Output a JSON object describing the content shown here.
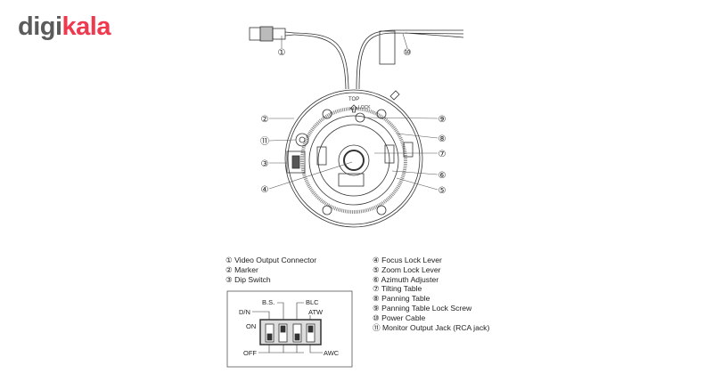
{
  "logo": {
    "part1": "digi",
    "part2": "kala"
  },
  "diagram": {
    "top_label": "TOP",
    "lock_label": "LOCK",
    "callouts": {
      "c1": "①",
      "c2": "②",
      "c3": "③",
      "c4": "④",
      "c5": "⑤",
      "c6": "⑥",
      "c7": "⑦",
      "c8": "⑧",
      "c9": "⑨",
      "c10": "⑩",
      "c11": "⑪"
    }
  },
  "legend_left": [
    "① Video Output Connector",
    "② Marker",
    "③ Dip Switch"
  ],
  "legend_right": [
    "④ Focus Lock Lever",
    "⑤ Zoom Lock Lever",
    "⑥ Azimuth Adjuster",
    "⑦ Tilting Table",
    "⑧ Panning Table",
    "⑨ Panning Table Lock Screw",
    "⑩ Power Cable",
    "⑪ Monitor Output Jack (RCA jack)"
  ],
  "dip_switch": {
    "labels": {
      "bs": "B.S.",
      "blc": "BLC",
      "dn": "D/N",
      "atw": "ATW",
      "on": "ON",
      "off": "OFF",
      "awc": "AWC"
    },
    "states": [
      "off",
      "on",
      "off",
      "on"
    ]
  },
  "colors": {
    "brand_red": "#ef394e",
    "brand_gray": "#5b5b5b"
  }
}
